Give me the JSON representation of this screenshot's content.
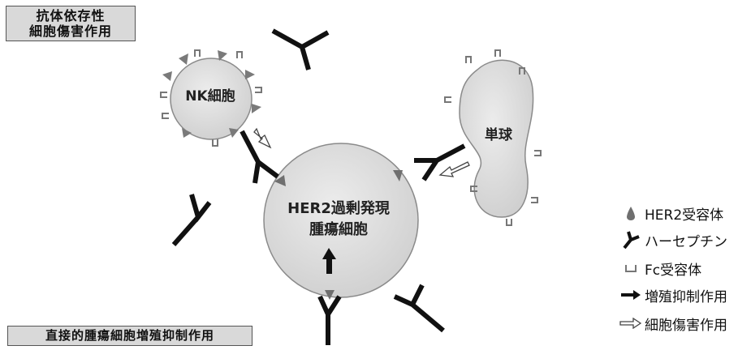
{
  "labels": {
    "adcc_line1": "抗体依存性",
    "adcc_line2": "細胞傷害作用",
    "direct": "直接的腫瘍細胞増殖抑制作用",
    "nk_cell": "NK細胞",
    "monocyte": "単球",
    "tumor_line1": "HER2過剰発現",
    "tumor_line2": "腫瘍細胞"
  },
  "legend": [
    {
      "icon": "her2-receptor-icon",
      "text": "HER2受容体"
    },
    {
      "icon": "herceptin-icon",
      "text": "ハーセプチン"
    },
    {
      "icon": "fc-receptor-icon",
      "text": "Fc受容体"
    },
    {
      "icon": "black-arrow-icon",
      "text": "増殖抑制作用"
    },
    {
      "icon": "white-arrow-icon",
      "text": "細胞傷害作用"
    }
  ],
  "colors": {
    "cell_fill": "#d9d9d9",
    "cell_stroke": "#8a8a8a",
    "receptor": "#6f6f6f",
    "antibody": "#111111"
  }
}
